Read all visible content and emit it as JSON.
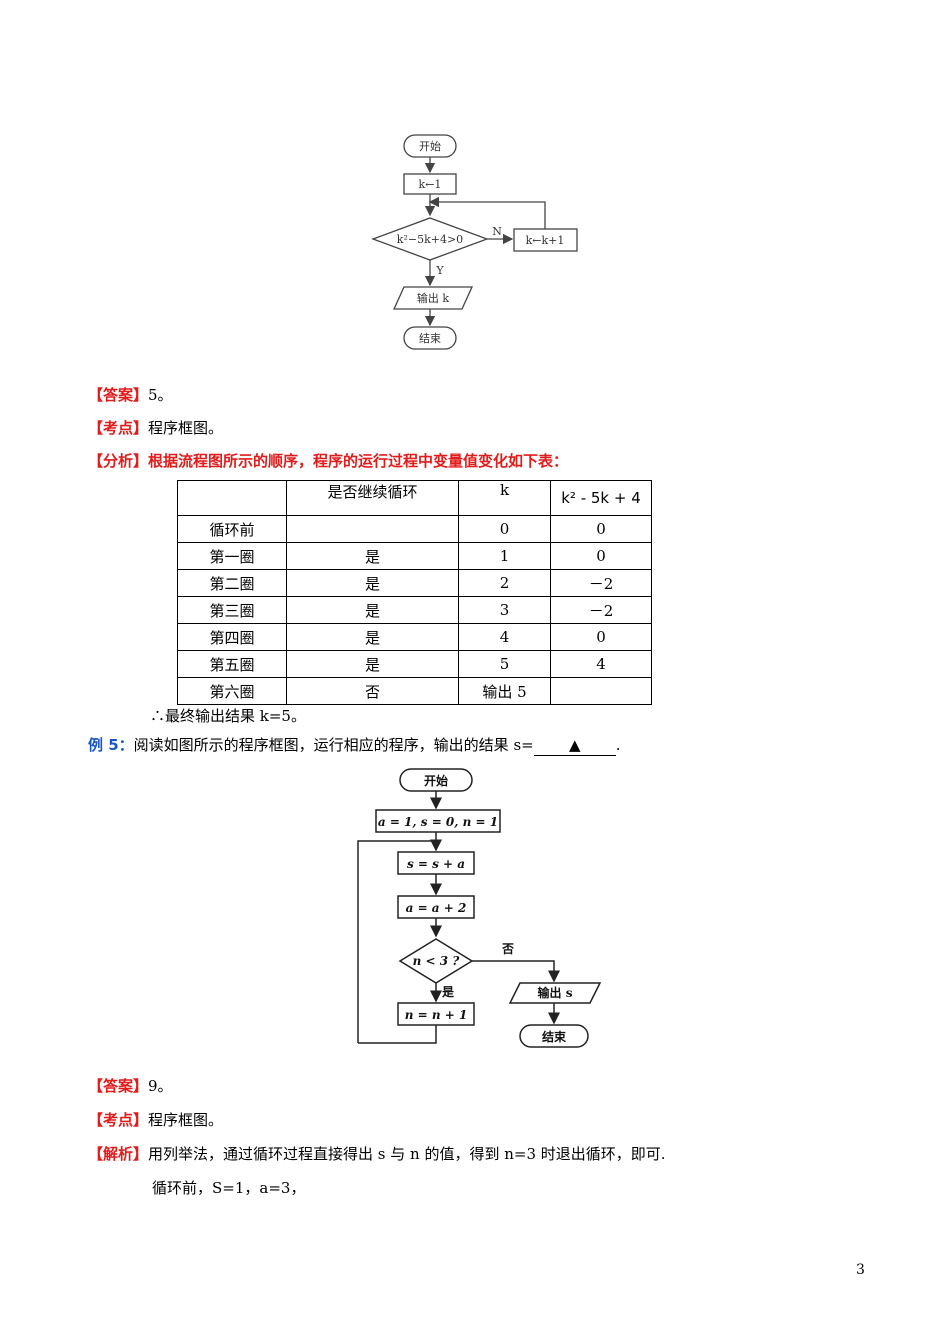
{
  "flowchart1": {
    "start": "开始",
    "init": "k←1",
    "condition": "k²−5k+4>0",
    "no_label": "N",
    "increment": "k←k+1",
    "yes_label": "Y",
    "output": "输出 k",
    "end": "结束"
  },
  "example4": {
    "answer_tag": "【答案】",
    "answer": "5。",
    "topic_tag": "【考点】",
    "topic": "程序框图。",
    "analysis_tag": "【分析】",
    "analysis": "根据流程图所示的顺序，程序的运行过程中变量值变化如下表：",
    "table": {
      "headers": [
        "",
        "是否继续循环",
        "k",
        "k² - 5k + 4"
      ],
      "rows": [
        [
          "循环前",
          "",
          "0",
          "0"
        ],
        [
          "第一圈",
          "是",
          "1",
          "0"
        ],
        [
          "第二圈",
          "是",
          "2",
          "－2"
        ],
        [
          "第三圈",
          "是",
          "3",
          "－2"
        ],
        [
          "第四圈",
          "是",
          "4",
          "0"
        ],
        [
          "第五圈",
          "是",
          "5",
          "4"
        ],
        [
          "第六圈",
          "否",
          "输出 5",
          ""
        ]
      ]
    },
    "conclusion": "∴最终输出结果 k=5。"
  },
  "example5": {
    "label": "例 5：",
    "question": "阅读如图所示的程序框图，运行相应的程序，输出的结果 s=",
    "blank_mark": "▲",
    "question_end": ".",
    "flowchart": {
      "start": "开始",
      "init": "a = 1, s = 0, n = 1",
      "step1": "s = s + a",
      "step2": "a = a + 2",
      "condition": "n < 3 ?",
      "no_label": "否",
      "yes_label": "是",
      "step3": "n = n + 1",
      "output": "输出 s",
      "end": "结束"
    },
    "answer_tag": "【答案】",
    "answer": "9。",
    "topic_tag": "【考点】",
    "topic": "程序框图。",
    "solution_tag": "【解析】",
    "solution": "用列举法，通过循环过程直接得出 s 与 n 的值，得到 n=3 时退出循环，即可.",
    "solution_line2": "循环前，S=1，a=3，"
  },
  "page_number": "3"
}
